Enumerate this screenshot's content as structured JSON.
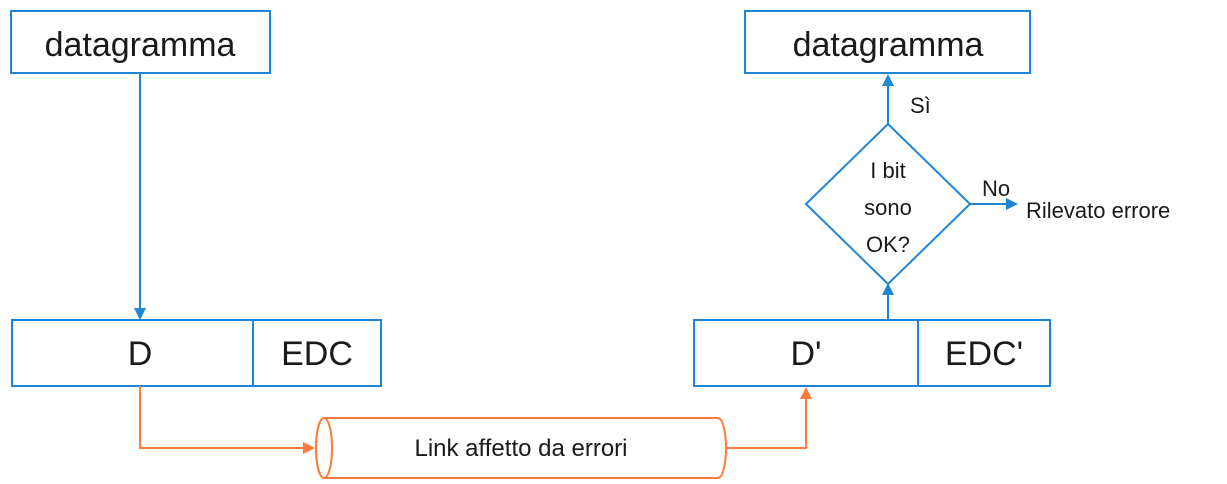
{
  "sender": {
    "datagram_label": "datagramma",
    "frame": {
      "data_label": "D",
      "edc_label": "EDC"
    }
  },
  "receiver": {
    "datagram_label": "datagramma",
    "frame": {
      "data_label": "D'",
      "edc_label": "EDC'"
    },
    "decision": {
      "line1": "I bit",
      "line2": "sono",
      "line3": "OK?"
    },
    "yes_label": "Sì",
    "no_label": "No",
    "error_label": "Rilevato errore"
  },
  "link": {
    "label": "Link affetto da errori"
  },
  "colors": {
    "box_stroke": "#1f86d6",
    "arrow_blue": "#1f86d6",
    "arrow_orange": "#ff7a3d"
  }
}
